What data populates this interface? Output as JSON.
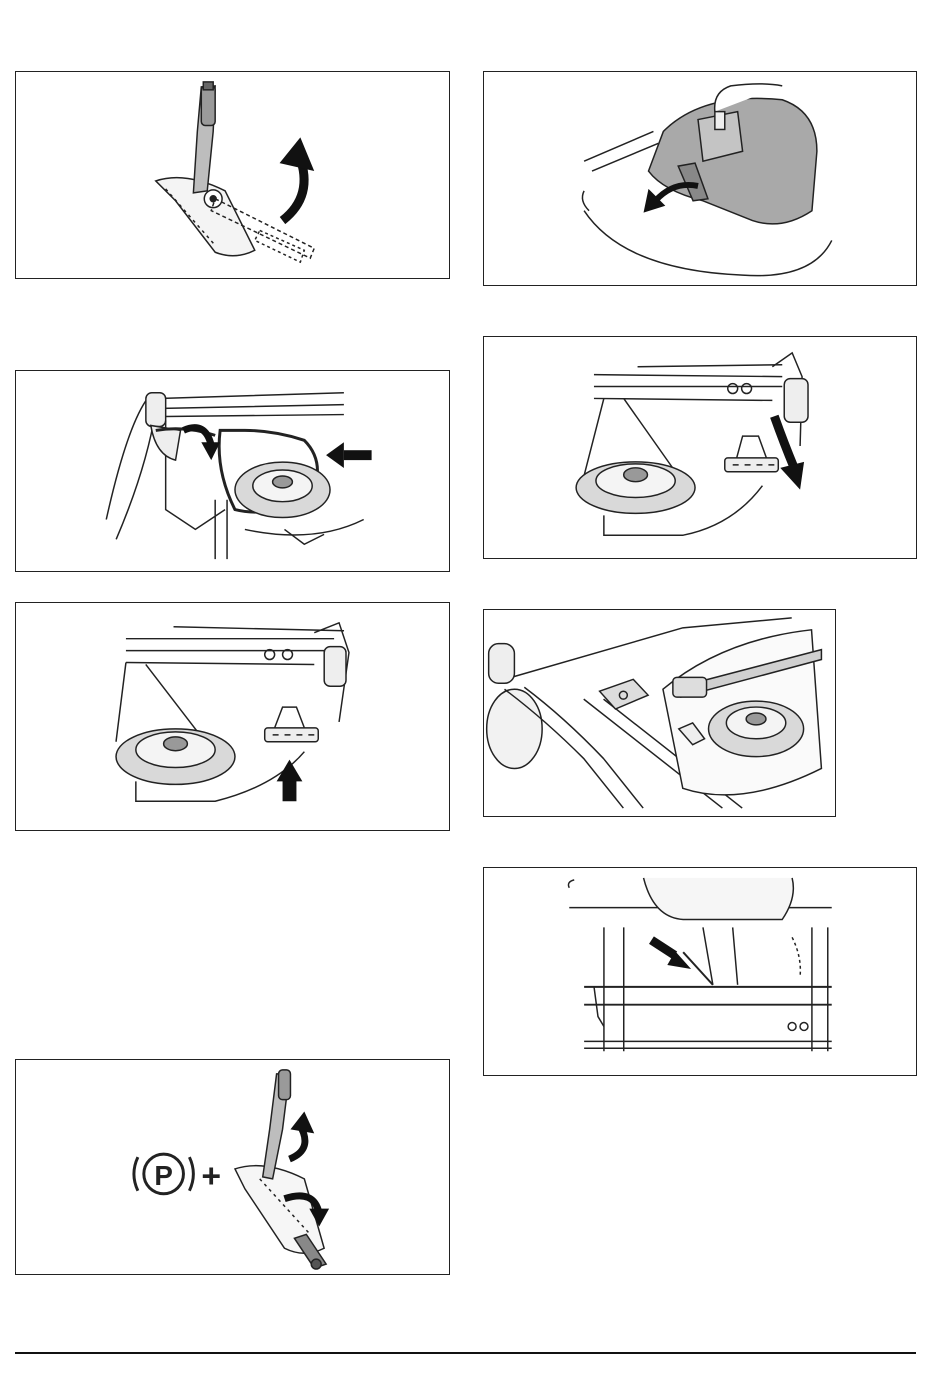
{
  "page": {
    "background": "#ffffff",
    "line_color": "#222222",
    "part_fill": "#dcdcdc",
    "arrow_color": "#111111"
  },
  "figures": [
    {
      "id": "fig-1",
      "icon": "height-lever-raise"
    },
    {
      "id": "fig-2",
      "icon": "belt-guard-remove"
    },
    {
      "id": "fig-3",
      "icon": "belt-tension-pulley"
    },
    {
      "id": "fig-4",
      "icon": "spring-bracket-release"
    },
    {
      "id": "fig-5",
      "icon": "spring-bracket-push-up"
    },
    {
      "id": "fig-6",
      "icon": "deck-linkage-rod"
    },
    {
      "id": "fig-7",
      "icon": "deck-underside-arrow"
    },
    {
      "id": "fig-8",
      "icon": "parking-brake-plus-lever"
    }
  ],
  "fig8": {
    "parking_symbol": "P",
    "plus_symbol": "+"
  }
}
